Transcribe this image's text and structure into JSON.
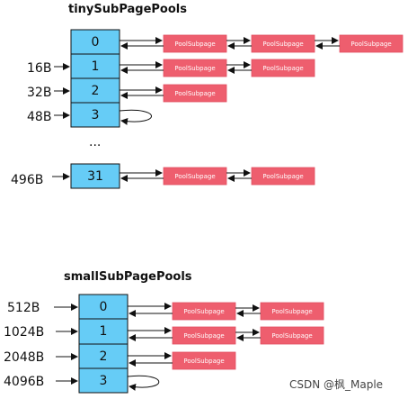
{
  "tiny": {
    "title": "tinySubPagePools",
    "cells": [
      "0",
      "1",
      "2",
      "3"
    ],
    "ellipsis": "...",
    "last_cell": "31",
    "size_labels": [
      "16B",
      "32B",
      "48B"
    ],
    "last_size_label": "496B",
    "subpage_label": "PoolSubpage"
  },
  "small": {
    "title": "smallSubPagePools",
    "cells": [
      "0",
      "1",
      "2",
      "3"
    ],
    "size_labels": [
      "512B",
      "1024B",
      "2048B",
      "4096B"
    ],
    "subpage_label": "PoolSubpage"
  },
  "watermark": "CSDN @枫_Maple",
  "colors": {
    "cell": "#66CCF6",
    "subpage": "#EE5E6E"
  }
}
